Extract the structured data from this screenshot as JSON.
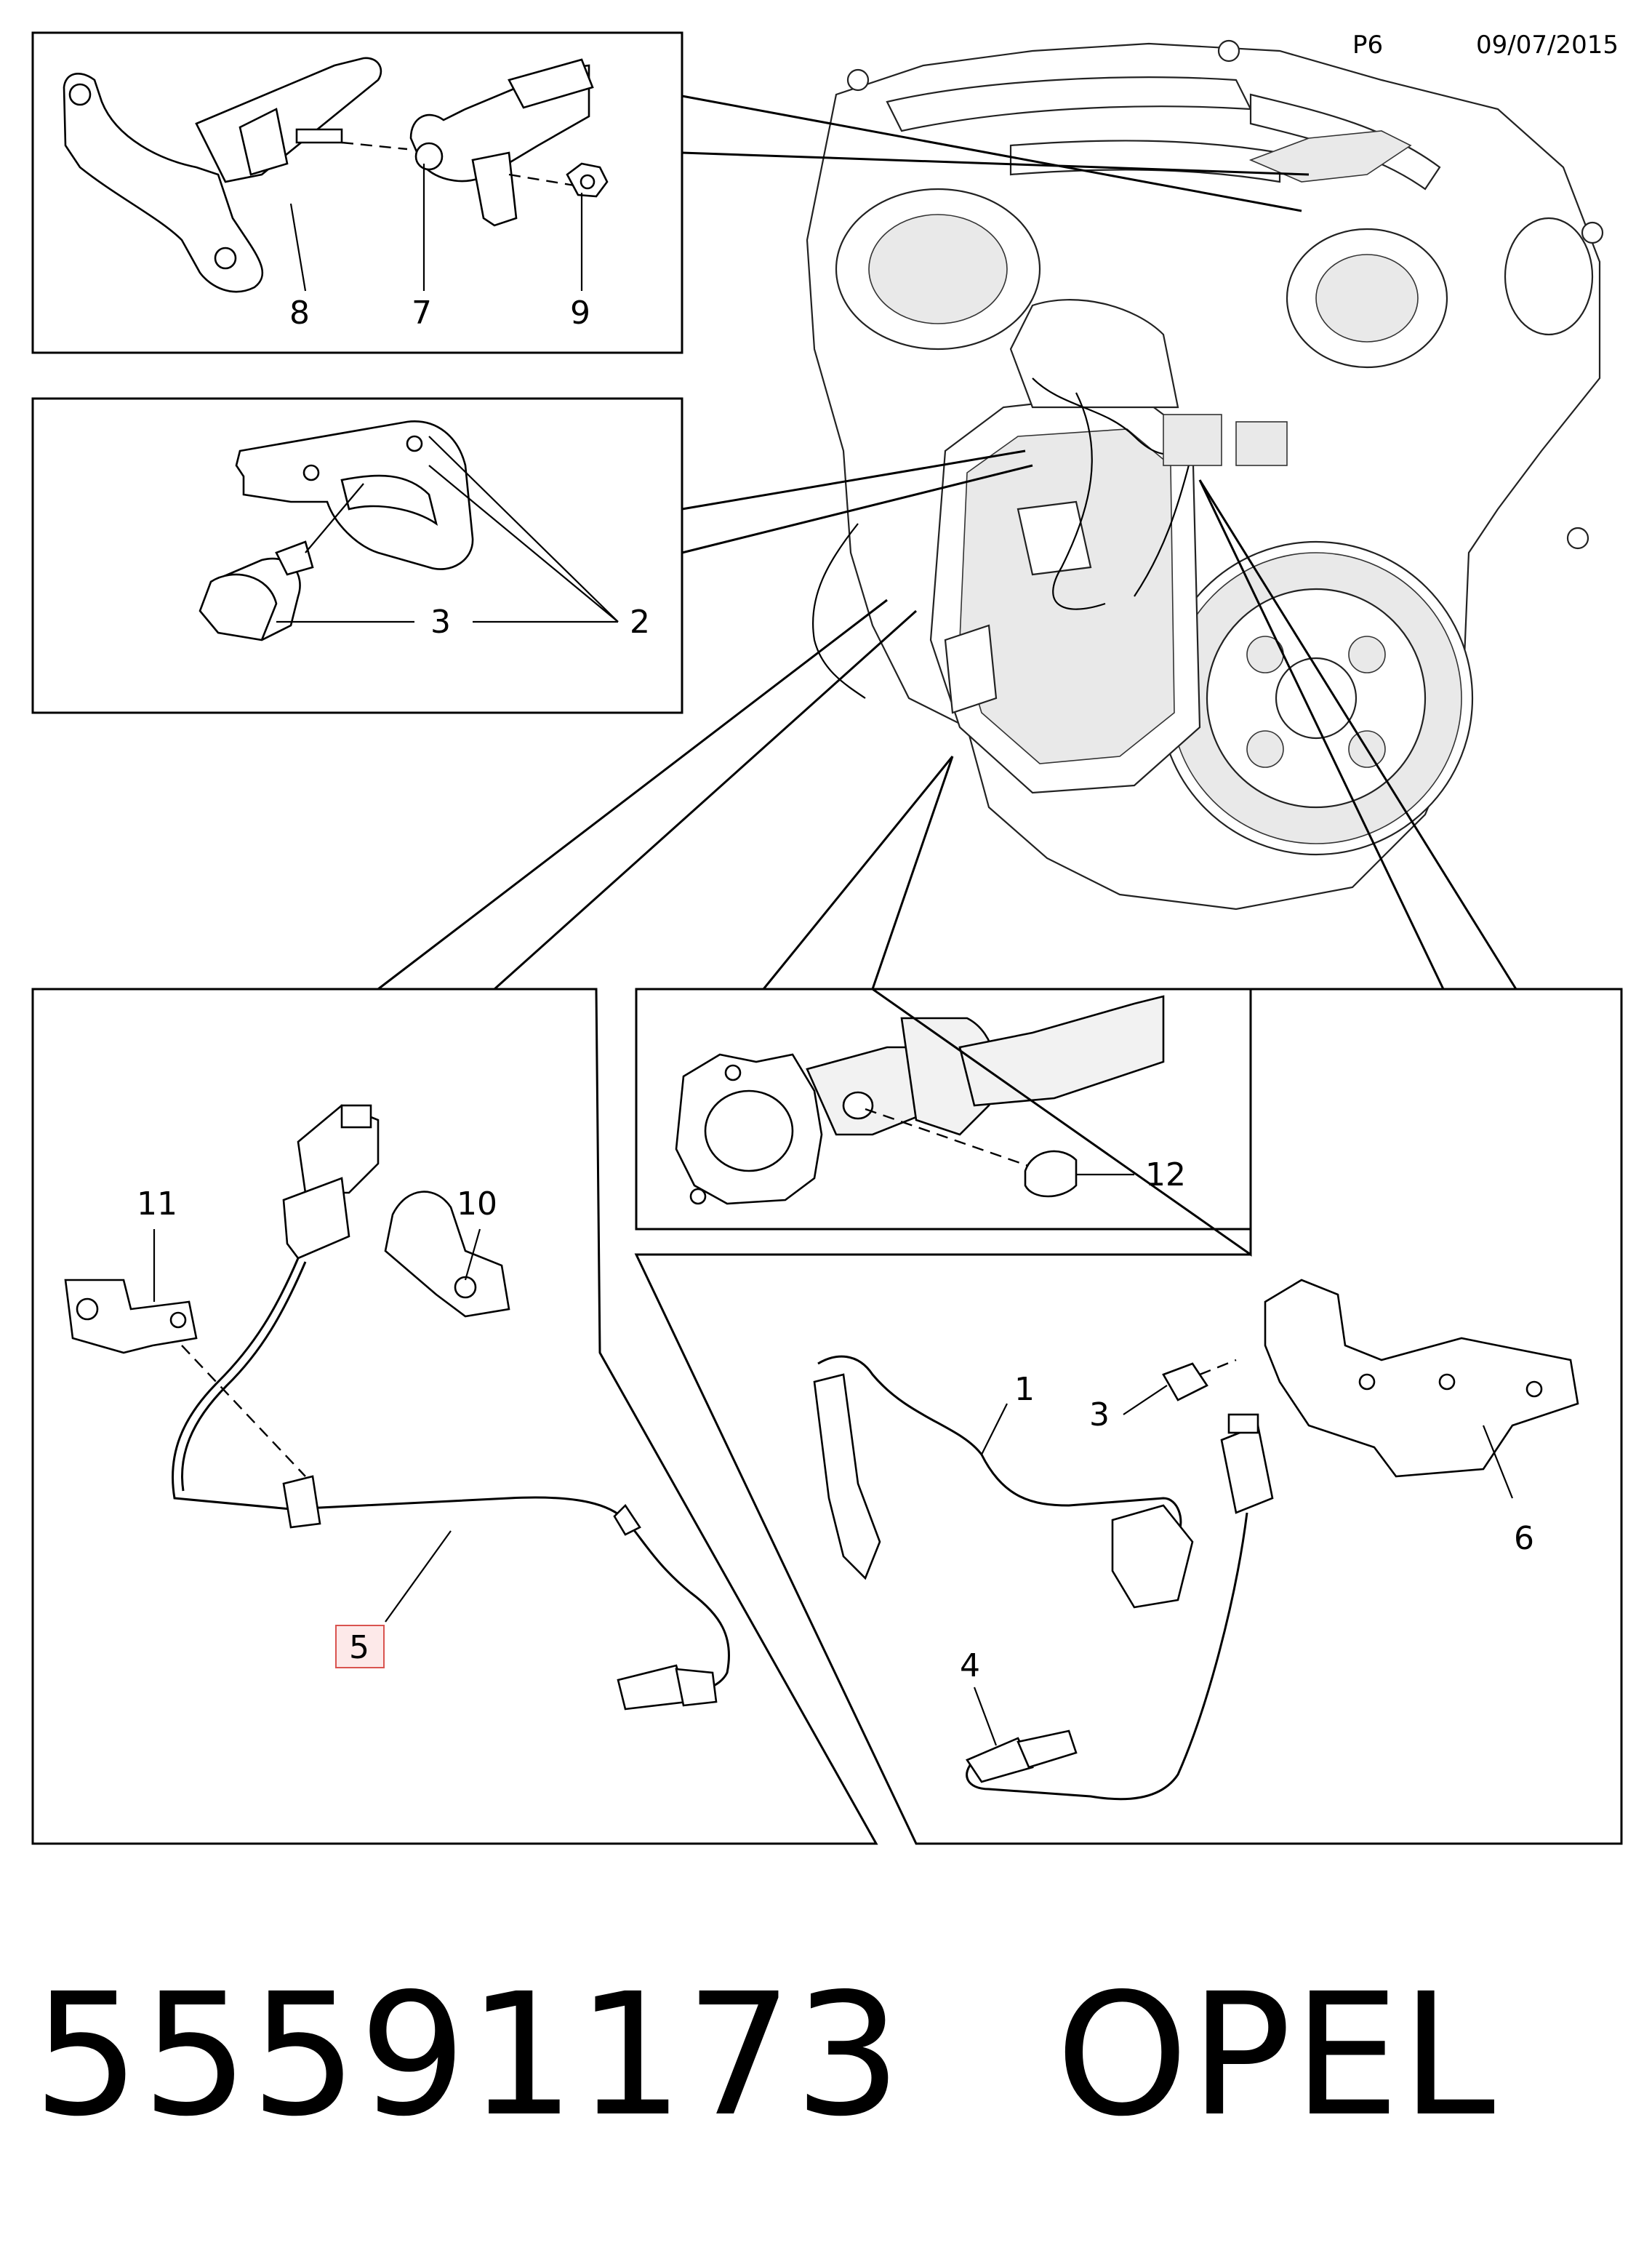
{
  "header": {
    "page": "P6",
    "date": "09/07/2015"
  },
  "footer": {
    "part_number": "55591173",
    "brand": "OPEL"
  },
  "callouts": {
    "c1": "1",
    "c2": "2",
    "c3a": "3",
    "c3b": "3",
    "c4": "4",
    "c5": "5",
    "c6": "6",
    "c7": "7",
    "c8": "8",
    "c9": "9",
    "c10": "10",
    "c11": "11",
    "c12": "12"
  },
  "colors": {
    "line": "#000000",
    "highlight_box": "#d9534f",
    "highlight_fill": "#fde9e9"
  }
}
